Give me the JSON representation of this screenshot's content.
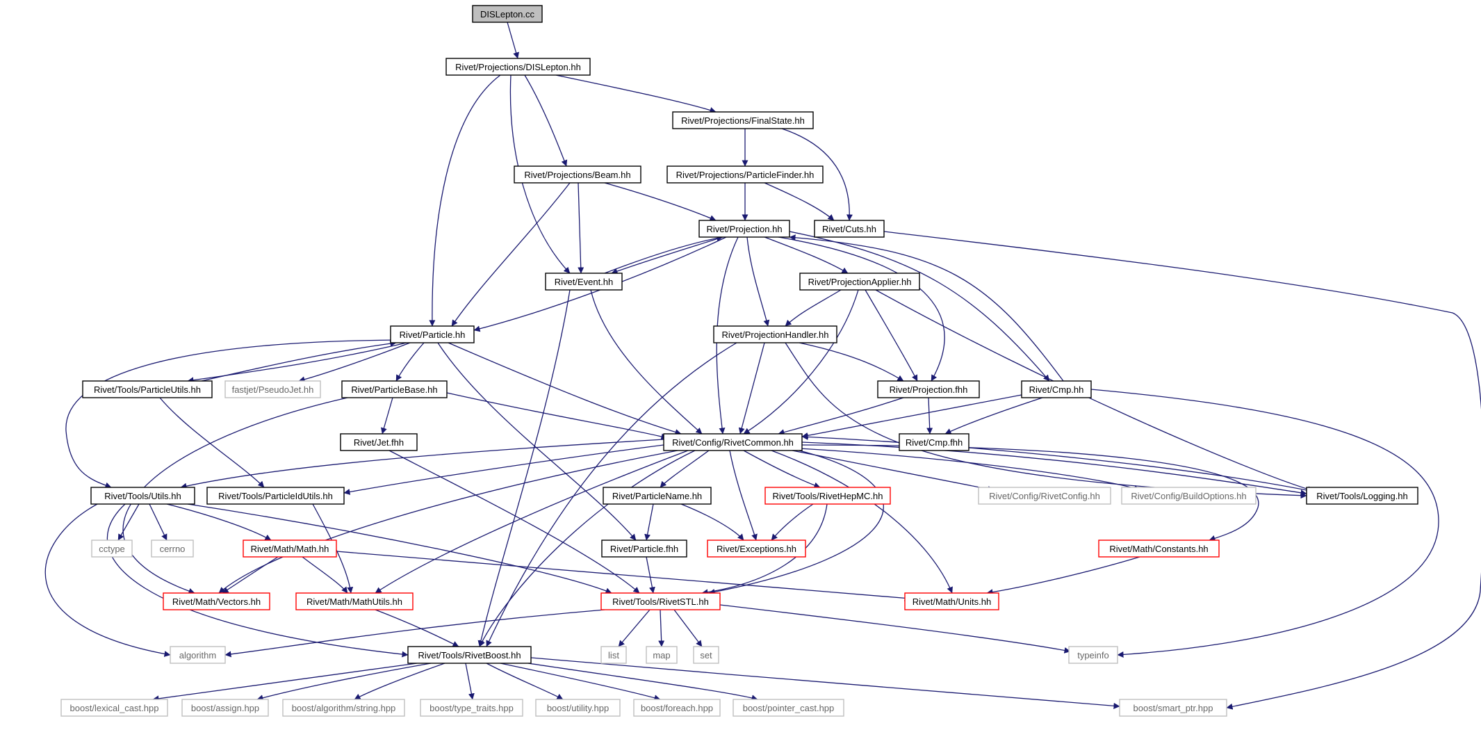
{
  "colors": {
    "edge": "#191970",
    "node_border_normal": "#000000",
    "node_border_truncated": "#ff0000",
    "node_border_external": "#bfbfbf",
    "node_fill_root": "#bfbfbf",
    "node_fill": "#ffffff",
    "text": "#000000",
    "text_external": "#666666"
  },
  "nodes": [
    {
      "id": "n0",
      "label": "DISLepton.cc",
      "kind": "root"
    },
    {
      "id": "n1",
      "label": "Rivet/Projections/DISLepton.hh",
      "kind": "normal"
    },
    {
      "id": "n2",
      "label": "Rivet/Projections/FinalState.hh",
      "kind": "normal"
    },
    {
      "id": "n3",
      "label": "Rivet/Projections/Beam.hh",
      "kind": "normal"
    },
    {
      "id": "n4",
      "label": "Rivet/Projections/ParticleFinder.hh",
      "kind": "normal"
    },
    {
      "id": "n5",
      "label": "Rivet/Projection.hh",
      "kind": "normal"
    },
    {
      "id": "n6",
      "label": "Rivet/Cuts.hh",
      "kind": "normal"
    },
    {
      "id": "n7",
      "label": "Rivet/Event.hh",
      "kind": "normal"
    },
    {
      "id": "n8",
      "label": "Rivet/ProjectionApplier.hh",
      "kind": "normal"
    },
    {
      "id": "n9",
      "label": "Rivet/Particle.hh",
      "kind": "normal"
    },
    {
      "id": "n10",
      "label": "Rivet/ProjectionHandler.hh",
      "kind": "normal"
    },
    {
      "id": "n11",
      "label": "Rivet/Tools/ParticleUtils.hh",
      "kind": "normal"
    },
    {
      "id": "n12",
      "label": "fastjet/PseudoJet.hh",
      "kind": "external"
    },
    {
      "id": "n13",
      "label": "Rivet/ParticleBase.hh",
      "kind": "normal"
    },
    {
      "id": "n14",
      "label": "Rivet/Projection.fhh",
      "kind": "normal"
    },
    {
      "id": "n15",
      "label": "Rivet/Cmp.hh",
      "kind": "normal"
    },
    {
      "id": "n16",
      "label": "Rivet/Jet.fhh",
      "kind": "normal"
    },
    {
      "id": "n17",
      "label": "Rivet/Config/RivetCommon.hh",
      "kind": "normal"
    },
    {
      "id": "n18",
      "label": "Rivet/Cmp.fhh",
      "kind": "normal"
    },
    {
      "id": "n19",
      "label": "Rivet/Tools/Utils.hh",
      "kind": "normal"
    },
    {
      "id": "n20",
      "label": "Rivet/Tools/ParticleIdUtils.hh",
      "kind": "normal"
    },
    {
      "id": "n21",
      "label": "Rivet/ParticleName.hh",
      "kind": "normal"
    },
    {
      "id": "n22",
      "label": "Rivet/Tools/RivetHepMC.hh",
      "kind": "truncated"
    },
    {
      "id": "n23",
      "label": "Rivet/Config/RivetConfig.hh",
      "kind": "external"
    },
    {
      "id": "n24",
      "label": "Rivet/Config/BuildOptions.hh",
      "kind": "external"
    },
    {
      "id": "n25",
      "label": "Rivet/Tools/Logging.hh",
      "kind": "normal"
    },
    {
      "id": "n26",
      "label": "cctype",
      "kind": "external"
    },
    {
      "id": "n27",
      "label": "cerrno",
      "kind": "external"
    },
    {
      "id": "n28",
      "label": "Rivet/Math/Math.hh",
      "kind": "truncated"
    },
    {
      "id": "n29",
      "label": "Rivet/Particle.fhh",
      "kind": "normal"
    },
    {
      "id": "n30",
      "label": "Rivet/Exceptions.hh",
      "kind": "truncated"
    },
    {
      "id": "n31",
      "label": "Rivet/Math/Constants.hh",
      "kind": "truncated"
    },
    {
      "id": "n32",
      "label": "Rivet/Math/Vectors.hh",
      "kind": "truncated"
    },
    {
      "id": "n33",
      "label": "Rivet/Math/MathUtils.hh",
      "kind": "truncated"
    },
    {
      "id": "n34",
      "label": "Rivet/Tools/RivetSTL.hh",
      "kind": "truncated"
    },
    {
      "id": "n35",
      "label": "Rivet/Math/Units.hh",
      "kind": "truncated"
    },
    {
      "id": "n36",
      "label": "algorithm",
      "kind": "external"
    },
    {
      "id": "n37",
      "label": "Rivet/Tools/RivetBoost.hh",
      "kind": "normal"
    },
    {
      "id": "n38",
      "label": "list",
      "kind": "external"
    },
    {
      "id": "n39",
      "label": "map",
      "kind": "external"
    },
    {
      "id": "n40",
      "label": "set",
      "kind": "external"
    },
    {
      "id": "n41",
      "label": "typeinfo",
      "kind": "external"
    },
    {
      "id": "n42",
      "label": "boost/lexical_cast.hpp",
      "kind": "external"
    },
    {
      "id": "n43",
      "label": "boost/assign.hpp",
      "kind": "external"
    },
    {
      "id": "n44",
      "label": "boost/algorithm/string.hpp",
      "kind": "external"
    },
    {
      "id": "n45",
      "label": "boost/type_traits.hpp",
      "kind": "external"
    },
    {
      "id": "n46",
      "label": "boost/utility.hpp",
      "kind": "external"
    },
    {
      "id": "n47",
      "label": "boost/foreach.hpp",
      "kind": "external"
    },
    {
      "id": "n48",
      "label": "boost/pointer_cast.hpp",
      "kind": "external"
    },
    {
      "id": "n49",
      "label": "boost/smart_ptr.hpp",
      "kind": "external"
    }
  ],
  "edges": [
    [
      "n0",
      "n1"
    ],
    [
      "n1",
      "n2"
    ],
    [
      "n1",
      "n3"
    ],
    [
      "n1",
      "n7"
    ],
    [
      "n1",
      "n9"
    ],
    [
      "n2",
      "n4"
    ],
    [
      "n2",
      "n6"
    ],
    [
      "n3",
      "n5"
    ],
    [
      "n3",
      "n7"
    ],
    [
      "n3",
      "n9"
    ],
    [
      "n4",
      "n5"
    ],
    [
      "n4",
      "n6"
    ],
    [
      "n6",
      "n49"
    ],
    [
      "n5",
      "n7"
    ],
    [
      "n7",
      "n5"
    ],
    [
      "n5",
      "n9"
    ],
    [
      "n5",
      "n8"
    ],
    [
      "n5",
      "n10"
    ],
    [
      "n5",
      "n14"
    ],
    [
      "n5",
      "n17"
    ],
    [
      "n5",
      "n15"
    ],
    [
      "n15",
      "n5"
    ],
    [
      "n7",
      "n17"
    ],
    [
      "n7",
      "n37"
    ],
    [
      "n8",
      "n10"
    ],
    [
      "n8",
      "n14"
    ],
    [
      "n8",
      "n17"
    ],
    [
      "n8",
      "n25"
    ],
    [
      "n10",
      "n14"
    ],
    [
      "n10",
      "n17"
    ],
    [
      "n10",
      "n25"
    ],
    [
      "n10",
      "n37"
    ],
    [
      "n9",
      "n11"
    ],
    [
      "n11",
      "n9"
    ],
    [
      "n9",
      "n12"
    ],
    [
      "n9",
      "n13"
    ],
    [
      "n9",
      "n17"
    ],
    [
      "n9",
      "n19"
    ],
    [
      "n9",
      "n29"
    ],
    [
      "n11",
      "n20"
    ],
    [
      "n13",
      "n16"
    ],
    [
      "n13",
      "n17"
    ],
    [
      "n13",
      "n32"
    ],
    [
      "n14",
      "n17"
    ],
    [
      "n14",
      "n18"
    ],
    [
      "n15",
      "n17"
    ],
    [
      "n15",
      "n18"
    ],
    [
      "n15",
      "n41"
    ],
    [
      "n16",
      "n34"
    ],
    [
      "n17",
      "n19"
    ],
    [
      "n17",
      "n20"
    ],
    [
      "n17",
      "n21"
    ],
    [
      "n17",
      "n22"
    ],
    [
      "n17",
      "n23"
    ],
    [
      "n17",
      "n24"
    ],
    [
      "n17",
      "n25"
    ],
    [
      "n25",
      "n17"
    ],
    [
      "n17",
      "n30"
    ],
    [
      "n17",
      "n31"
    ],
    [
      "n17",
      "n32"
    ],
    [
      "n17",
      "n33"
    ],
    [
      "n17",
      "n34"
    ],
    [
      "n17",
      "n35"
    ],
    [
      "n17",
      "n37"
    ],
    [
      "n19",
      "n26"
    ],
    [
      "n19",
      "n27"
    ],
    [
      "n19",
      "n28"
    ],
    [
      "n19",
      "n34"
    ],
    [
      "n19",
      "n36"
    ],
    [
      "n19",
      "n37"
    ],
    [
      "n20",
      "n33"
    ],
    [
      "n21",
      "n29"
    ],
    [
      "n21",
      "n30"
    ],
    [
      "n22",
      "n30"
    ],
    [
      "n22",
      "n34"
    ],
    [
      "n28",
      "n32"
    ],
    [
      "n28",
      "n33"
    ],
    [
      "n28",
      "n35"
    ],
    [
      "n29",
      "n34"
    ],
    [
      "n31",
      "n35"
    ],
    [
      "n33",
      "n37"
    ],
    [
      "n34",
      "n36"
    ],
    [
      "n34",
      "n38"
    ],
    [
      "n34",
      "n39"
    ],
    [
      "n34",
      "n40"
    ],
    [
      "n34",
      "n41"
    ],
    [
      "n37",
      "n42"
    ],
    [
      "n37",
      "n43"
    ],
    [
      "n37",
      "n44"
    ],
    [
      "n37",
      "n45"
    ],
    [
      "n37",
      "n46"
    ],
    [
      "n37",
      "n47"
    ],
    [
      "n37",
      "n48"
    ],
    [
      "n37",
      "n49"
    ]
  ]
}
